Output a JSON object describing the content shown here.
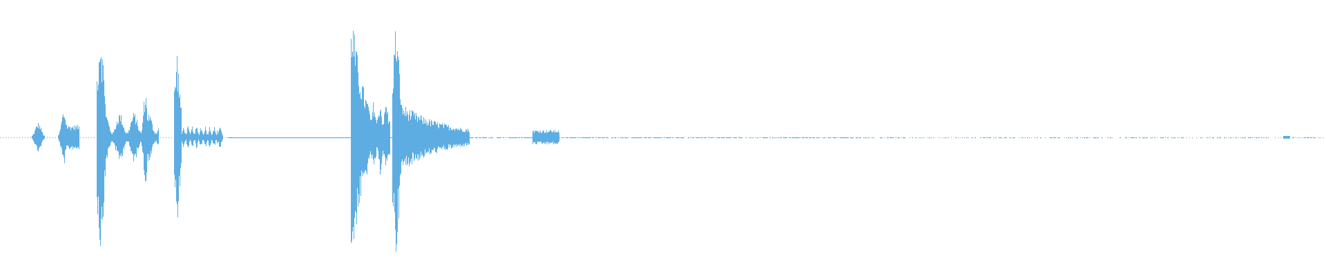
{
  "waveform": {
    "color": "#5dade2",
    "background": "#ffffff",
    "baseline": "dotted",
    "icon": "audio-waveform-icon",
    "description_of_bursts": [
      {
        "start": 0.03,
        "end": 0.055,
        "peak": 0.12
      },
      {
        "start": 0.065,
        "end": 0.095,
        "peak": 0.24
      },
      {
        "start": 0.095,
        "end": 0.16,
        "peak": 0.92
      },
      {
        "start": 0.12,
        "end": 0.175,
        "peak": 0.2
      },
      {
        "start": 0.175,
        "end": 0.2,
        "peak": 0.68
      },
      {
        "start": 0.2,
        "end": 0.25,
        "peak": 0.3
      },
      {
        "start": 0.255,
        "end": 0.27,
        "peak": 0.1
      },
      {
        "start": 0.265,
        "end": 0.33,
        "peak": 0.86
      },
      {
        "start": 0.3,
        "end": 0.34,
        "peak": 0.96
      },
      {
        "start": 0.305,
        "end": 0.365,
        "peak": 0.28
      },
      {
        "start": 0.4,
        "end": 0.43,
        "peak": 0.06
      }
    ]
  }
}
